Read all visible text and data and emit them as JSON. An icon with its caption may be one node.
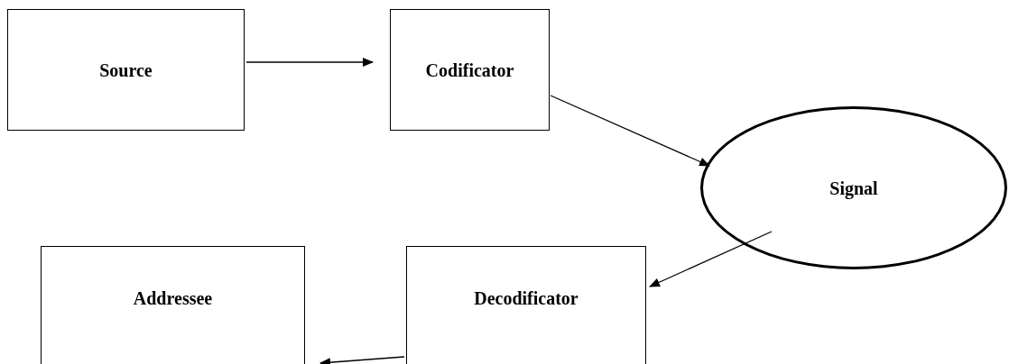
{
  "diagram": {
    "nodes": [
      {
        "text": [
          "Source"
        ]
      },
      {
        "text": [
          "Codificator"
        ]
      },
      {
        "text": [
          "Signal"
        ]
      },
      {
        "text": [
          "Addressee"
        ]
      },
      {
        "text": [
          "Decodificator"
        ]
      }
    ],
    "edges": [
      {
        "from": 0,
        "to": 1,
        "arrow": "to"
      },
      {
        "from": 1,
        "to": 2,
        "arrow": "to"
      },
      {
        "from": 2,
        "to": 4,
        "arrow": "to"
      },
      {
        "from": 4,
        "to": 3,
        "arrow": "to"
      }
    ]
  }
}
